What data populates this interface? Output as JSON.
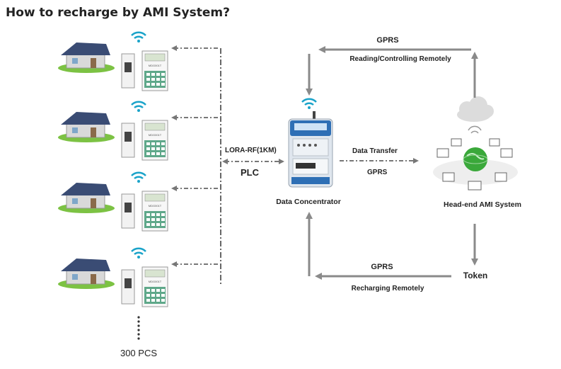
{
  "title": "How to recharge by AMI System?",
  "labels": {
    "gprs_top": "GPRS",
    "reading_controlling": "Reading/Controlling Remotely",
    "lora": "LORA-RF(1KM)",
    "plc": "PLC",
    "data_transfer": "Data Transfer",
    "gprs_mid": "GPRS",
    "data_concentrator": "Data Concentrator",
    "headend": "Head-end AMI System",
    "token": "Token",
    "gprs_bottom": "GPRS",
    "recharging_remotely": "Recharging Remotely",
    "count": "300 PCS",
    "meter_text": "MDG001T"
  },
  "colors": {
    "arrow": "#8a8a8a",
    "dash": "#666666",
    "wifi": "#1aa3c9",
    "roof": "#3a4c74",
    "grass": "#7cc243",
    "wall": "#d9d9d9",
    "meter_green": "#5fa88a",
    "cloud": "#dcdcdc",
    "globe": "#3aa83a"
  },
  "sites": 4
}
